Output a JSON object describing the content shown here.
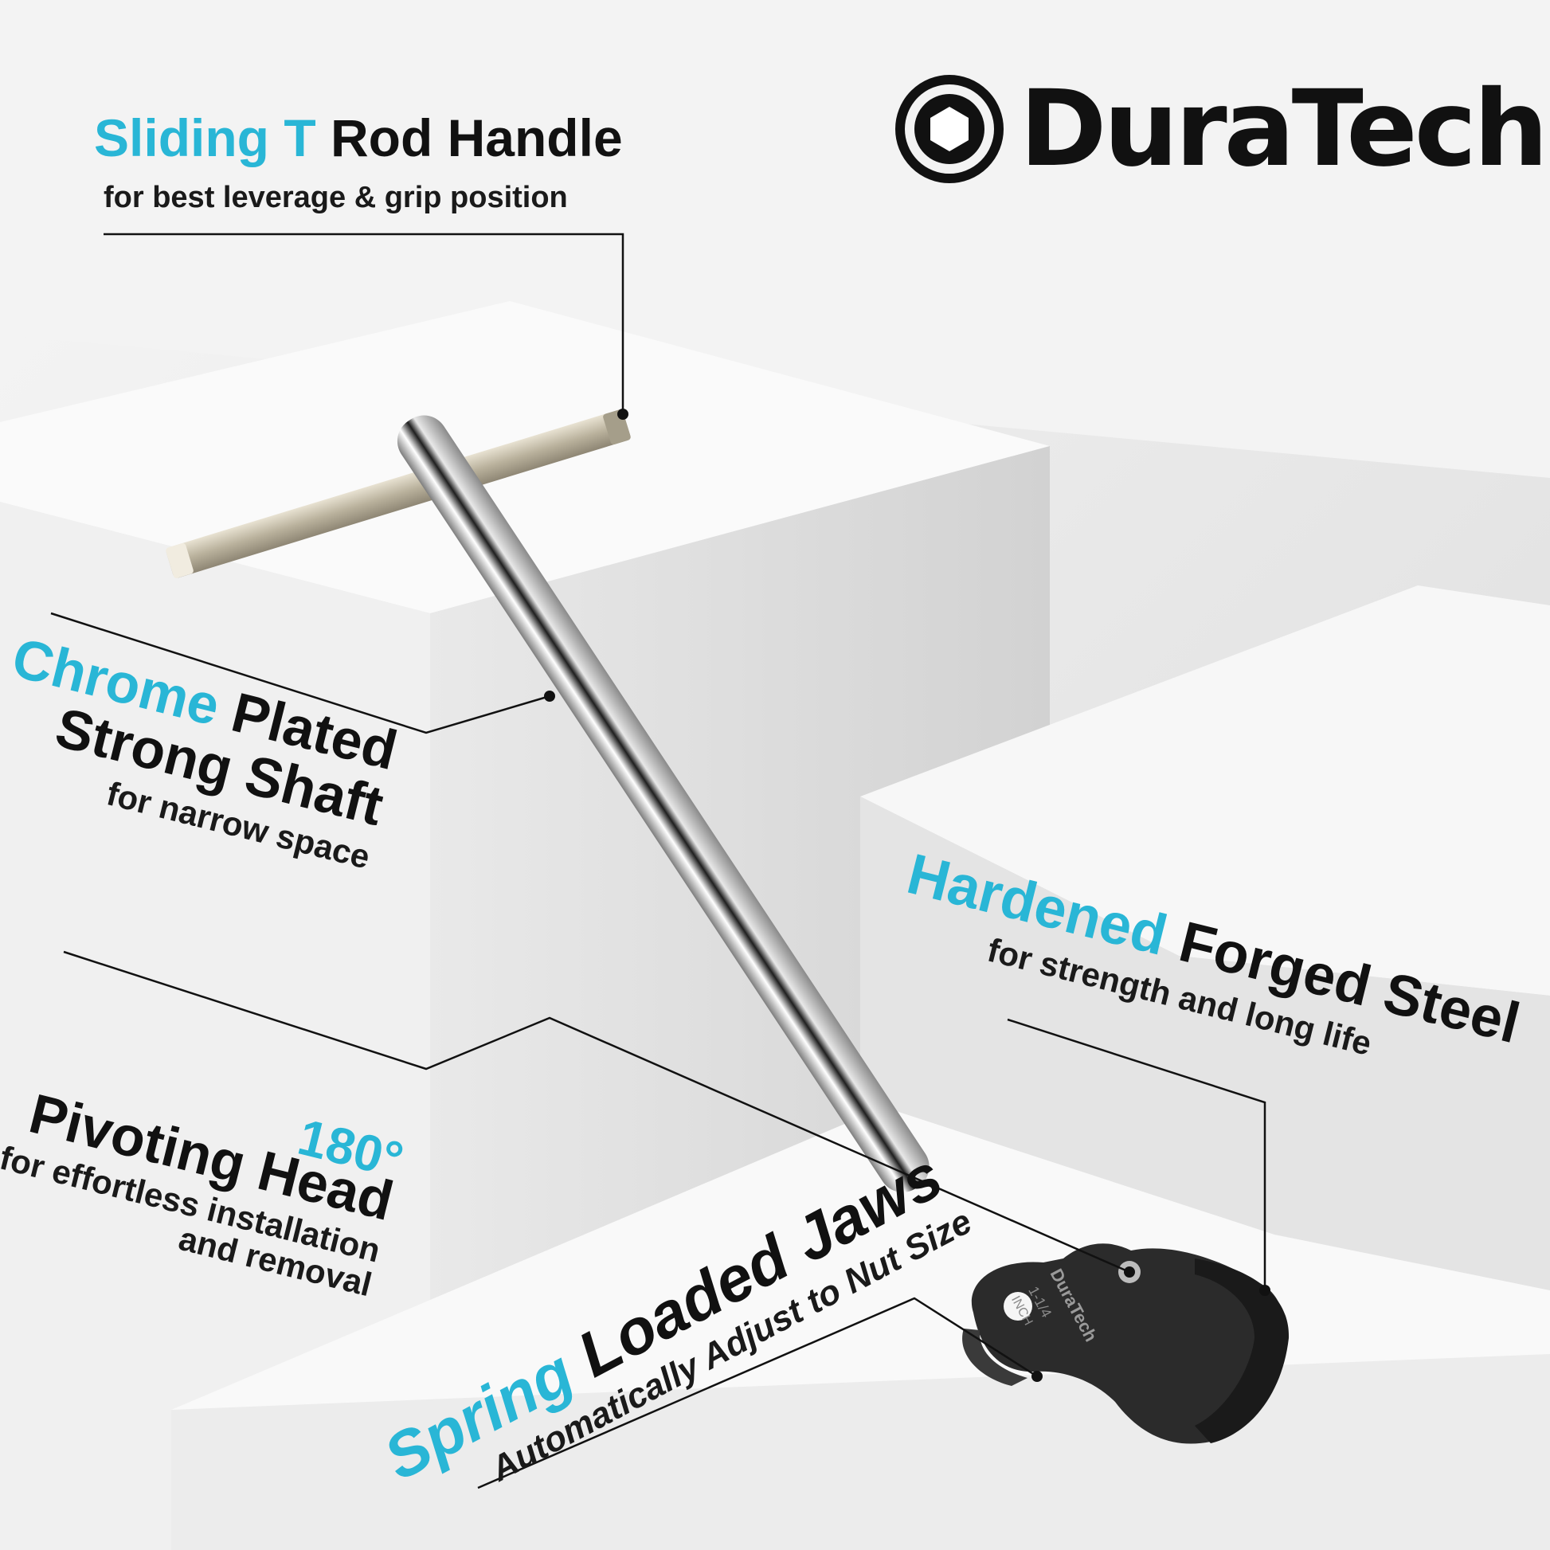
{
  "brand": {
    "name": "DuraTech",
    "logo_icon": "hexagon-nut-circle-icon"
  },
  "colors": {
    "accent": "#29b6d6",
    "text": "#111111",
    "background": "#ececec",
    "wrench_head": "#2a2a2a",
    "shaft": "#c8c8c8",
    "t_rod": "#c9c2b0"
  },
  "callouts": {
    "t_rod": {
      "highlight": "Sliding T",
      "title": " Rod Handle",
      "subtitle": "for best leverage & grip position"
    },
    "shaft": {
      "highlight": "Chrome",
      "line1_rest": " Plated",
      "line2": "Strong Shaft",
      "subtitle": "for narrow space"
    },
    "head": {
      "highlight": "180°",
      "line1": "Pivoting Head",
      "subtitle_1": "for effortless installation",
      "subtitle_2": "and removal"
    },
    "steel": {
      "highlight": "Hardened",
      "title_rest": " Forged Steel",
      "subtitle": "for strength and long life"
    },
    "jaws": {
      "highlight": "Spring",
      "title_rest": " Loaded Jaws",
      "subtitle": "Automatically Adjust to Nut Size"
    }
  },
  "wrench_engraving": {
    "brand": "DuraTech",
    "size": "1-1/4",
    "unit": "INCH"
  }
}
